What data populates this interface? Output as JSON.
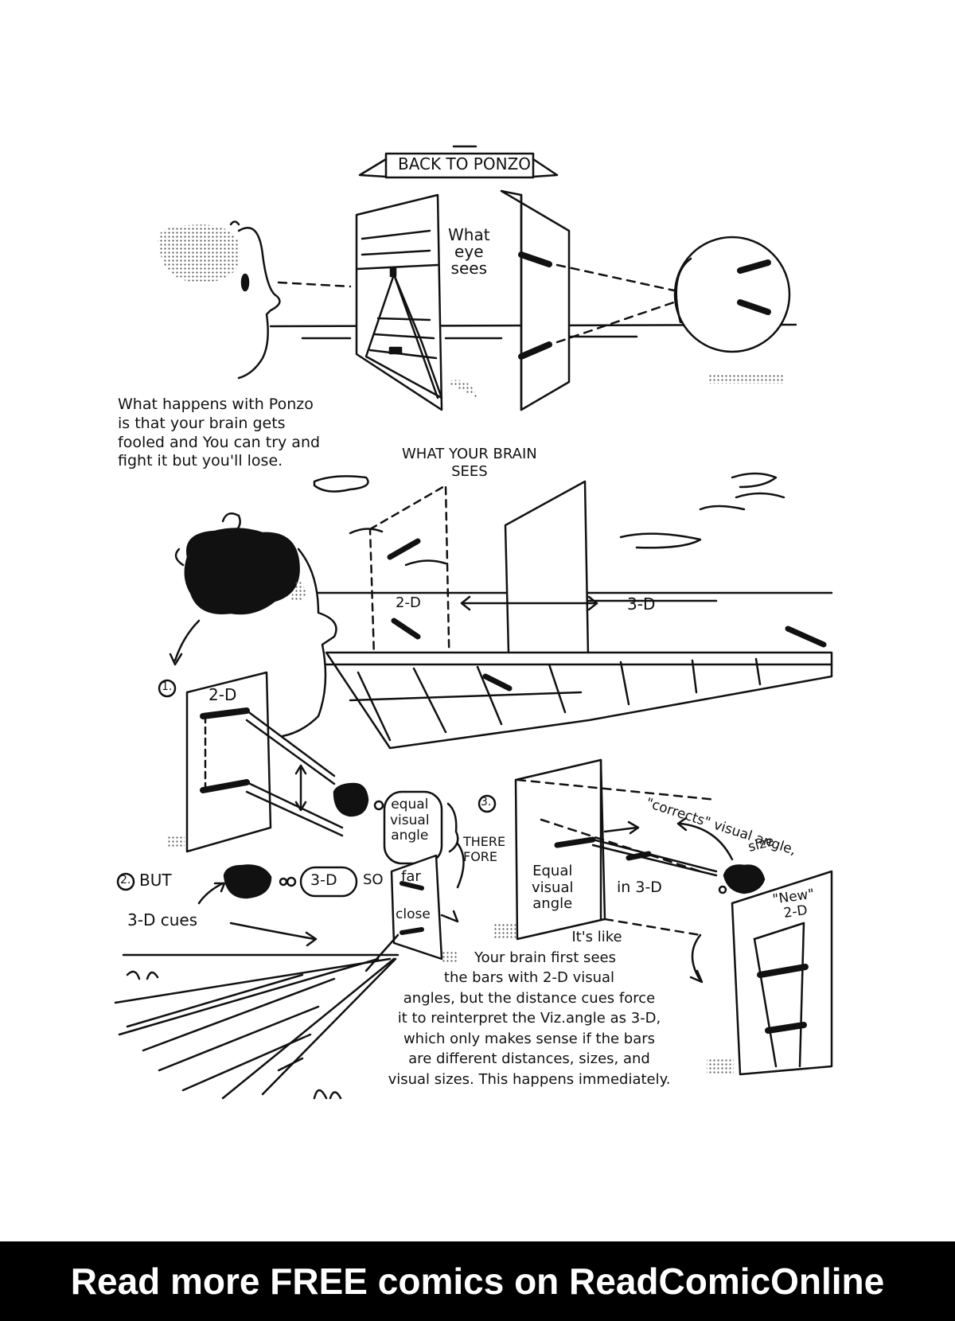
{
  "banner_title": "BACK TO PONZO",
  "what_eye_sees": [
    "What",
    "eye",
    "sees"
  ],
  "narration_top": [
    "What happens with Ponzo",
    "is that your brain gets",
    "fooled and You can try and",
    "fight it but you'll lose."
  ],
  "what_brain_sees": [
    "WHAT YOUR BRAIN",
    "SEES"
  ],
  "label_2d": "2-D",
  "label_3d": "3-D",
  "step1": "1.",
  "step1_label": "2-D",
  "equal_visual_angle_bubble": [
    "equal",
    "visual",
    "angle"
  ],
  "therefore": [
    "THERE",
    "FORE"
  ],
  "step2": "2.",
  "but": "BUT",
  "bubble_3d": "3-D",
  "so": "SO",
  "far": "far",
  "close": "close",
  "cues_3d": "3-D cues",
  "step3": "3.",
  "corrects": "\"corrects\" visual angle,",
  "size": "size",
  "equal_visual_angle_panel": [
    "Equal",
    "visual",
    "angle"
  ],
  "in_3d": "in 3-D",
  "new_2d": [
    "\"New\"",
    "2-D"
  ],
  "narration_bottom": [
    "It's like",
    "Your brain first sees",
    "the bars with 2-D visual",
    "angles, but the distance cues force",
    "it to reinterpret the Viz.angle as 3-D,",
    "which only makes sense if the bars",
    "are different distances, sizes, and",
    "visual sizes. This happens immediately."
  ],
  "footer": "Read more FREE comics on ReadComicOnline"
}
